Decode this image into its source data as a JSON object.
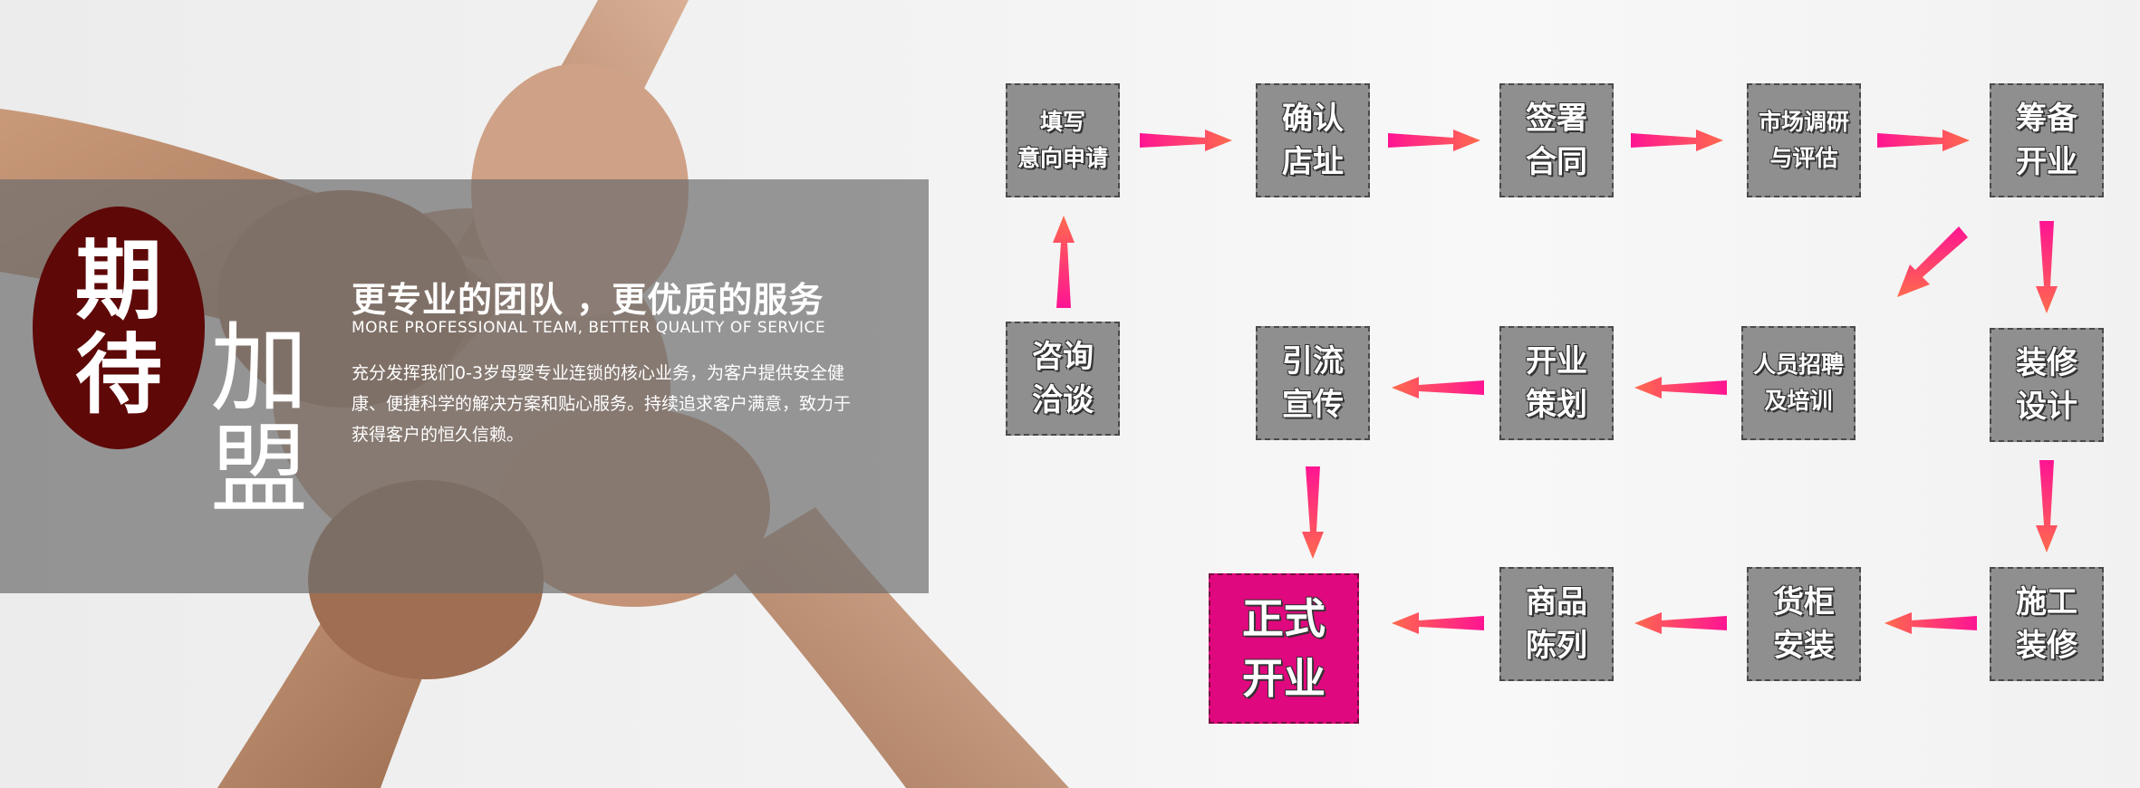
{
  "banner": {
    "badge_text": "期\n待",
    "join_text": "加\n盟",
    "headline": "更专业的团队 ，更优质的服务",
    "subheadline": "MORE PROFESSIONAL TEAM, BETTER QUALITY OF SERVICE",
    "description": "充分发挥我们0-3岁母婴专业连锁的核心业务，为客户提供安全健康、便捷科学的解决方案和贴心服务。持续追求客户满意，致力于获得客户的恒久信赖。",
    "badge_color": "#5e0808"
  },
  "flow": {
    "arrow_color": "#ff2d8a",
    "steps": [
      {
        "id": "consult",
        "label": "咨询\n洽谈"
      },
      {
        "id": "apply",
        "label": "填写\n意向申请"
      },
      {
        "id": "confirm-site",
        "label": "确认\n店址"
      },
      {
        "id": "sign-contract",
        "label": "签署\n合同"
      },
      {
        "id": "market-research",
        "label": "市场调研\n与评估"
      },
      {
        "id": "prepare-opening",
        "label": "筹备\n开业"
      },
      {
        "id": "decoration-design",
        "label": "装修\n设计"
      },
      {
        "id": "construction",
        "label": "施工\n装修"
      },
      {
        "id": "cabinet-install",
        "label": "货柜\n安装"
      },
      {
        "id": "product-display",
        "label": "商品\n陈列"
      },
      {
        "id": "official-opening",
        "label": "正式\n开业"
      },
      {
        "id": "staff-recruit",
        "label": "人员招聘\n及培训"
      },
      {
        "id": "opening-plan",
        "label": "开业\n策划"
      },
      {
        "id": "traffic-promo",
        "label": "引流\n宣传"
      }
    ]
  }
}
